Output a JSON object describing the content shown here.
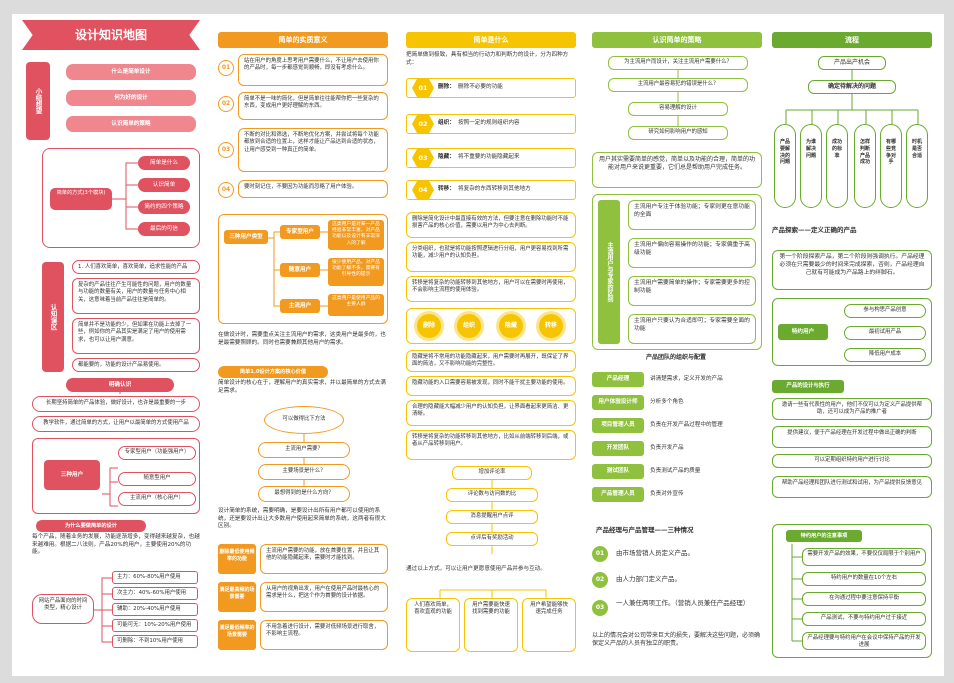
{
  "c1": {
    "title": "设计知识地图",
    "side_label": "小结想望",
    "nav": [
      "什么是简单设计",
      "何为好的设计",
      "认识简单的策略"
    ],
    "core": "简单的方式(3个模块)",
    "branch": [
      "简单是什么",
      "认识简单",
      "简约的四个策略",
      "最后的可信"
    ],
    "cog_label": "认知误区",
    "cog_items": [
      "1. 人们喜欢简单，喜欢简单，追求性能的产品",
      "复杂的产品往往产生可能性的问题，用户的数量与功能的数量有关，用户的数量与任务中心相关，这意味着当前产品往往是简单的。",
      "简单并不是功能的少，但如果在功能上去掉了一些，例如你的产品其实是满足了用户的使用需求，也可以让用户满意。",
      "都能要的，功能的设计产品易使用。"
    ],
    "know": "明确认识",
    "know_items": [
      "长期坚持简单的产品体验，做好设计，也许是最重要的一步",
      "教学软件，通过简单的方式，让用户以最简单的方式使用产品"
    ],
    "users_label": "三种用户",
    "users": [
      "专家型用户（功能强用户）",
      "随意型用户",
      "主流用户（核心用户）"
    ],
    "stage_title": "为什么要做简单的设计",
    "stage_text": "每个产品，随着业务的发展，功能逐渐增多，变得越来越复杂，也越来越难用。根据二八法则，产品20%的用户，主要使用20%的功能。",
    "product": "网站产品面向的时间类型，精心设计",
    "pct": [
      "主力：60%-80%用户使用",
      "次主力：40%-60%用户使用",
      "辅助：20%-40%用户使用",
      "可能可无：10%-20%用户使用",
      "可删除：不到10%用户使用"
    ]
  },
  "c2": {
    "title": "简单的实质意义",
    "items": [
      {
        "n": "01",
        "t": "站在用户的角度上思考用户需要什么，不让用户去使用你的产品时，每一步都感觉到顺畅，即没有考虑什么。"
      },
      {
        "n": "02",
        "t": "简单不是一味的简化，但是简单往往能帮你把一些复杂的东西，变成用户更好理解的东西。"
      },
      {
        "n": "03",
        "t": "不断的对比和筛选，不断地优化方案，并尝试将每个功能都放到合适的位置上，这样才能让产品达到合适的状态，让用户感受到一种真正的简单。"
      },
      {
        "n": "04",
        "t": "要时刻记住，不要因为功能而忽略了用户体验。"
      }
    ],
    "tree_root": "三种用户类型",
    "tree_mid": [
      "专家型用户",
      "随意用户",
      "主流用户"
    ],
    "tree_leaf": [
      "这类用户是对某一产品经验非常丰富，对产品功能以及设计有非常深入的了解",
      "很少使用产品，对产品功能了解不多，需要有引导性的提示",
      "这类用户是使用产品的主要人群"
    ],
    "para": "在做设计时，需要重点关注主流用户的需求，这类用户是最多的，也是最需要照顾的。同时也需要兼顾其他用户的需求。",
    "sub": "简单1.0设计方案的核心价值",
    "sub_text": "简单设计的核心在于，理解用户的真实需求，并以最简单的方式去满足需求。",
    "flow": [
      "可以做得比下方法",
      "主流用户需要？",
      "主要场景是什么？",
      "最想得到的是什么方向？"
    ],
    "para2": "设计简单的系统，需要明确，是要设计出所有用户都可以使用的系统，还是要设计出让大多数用户使用起来简单的系统，这两者有很大区别。",
    "bottom": [
      {
        "h": "删除最低使用频率的功能",
        "t": "主流用户需要的功能，放在首要位置，并且让其他的功能隐藏起来，需要时才能找到。"
      },
      {
        "h": "满足最高频的场景需要",
        "t": "从用户的视角出发，用户在使用产品时最核心的需求是什么，把这个作为首要的设计依据。"
      },
      {
        "h": "满足最低频率的场景需要",
        "t": "不用急着进行设计，需要对低频场景进行取舍，不影响主流程。"
      }
    ]
  },
  "c3": {
    "title": "简单是什么",
    "intro": "把简单做到极致，具有相当的行动力和判断力的设计，分为四种方式：",
    "items": [
      {
        "n": "01",
        "h": "删除：",
        "t": "删除不必要的功能"
      },
      {
        "n": "02",
        "h": "组织：",
        "t": "按照一定的规则组织内容"
      },
      {
        "n": "03",
        "h": "隐藏：",
        "t": "将不重要的功能隐藏起来"
      },
      {
        "n": "04",
        "h": "转移：",
        "t": "将复杂的东西转移到其他地方"
      }
    ],
    "boxes": [
      "删除是简化设计中最直接有效的方法，但要注意在删除功能时不能损害产品的核心价值，需要以用户为中心去判断。",
      "分类组织，也就是将功能按照逻辑进行分组，用户更容易找到所需功能，减少用户的认知负担。",
      "转移是将复杂的功能转移到其他地方，用户可以在需要时再使用，不会影响主流程的使用体验。"
    ],
    "circles": [
      "删除",
      "组织",
      "隐藏",
      "转移"
    ],
    "boxes2": [
      "隐藏是将不常用的功能隐藏起来，用户需要时再展开，既保证了界面的简洁，又不影响功能的完整性。",
      "隐藏功能的入口需要容易被发现，同时不能干扰主要功能的使用。",
      "合理的隐藏能大幅减少用户的认知负担，让界面看起来更简洁、更清晰。",
      "转移是将复杂的功能转移到其他地方，比如从前端转移到后端，或者从产品转移到用户。"
    ],
    "flow": [
      "增加评论率",
      "评论数与访问数的比",
      "消息提醒用户点评",
      "点评后有奖励活动"
    ],
    "para": "通过以上方式，可以让用户更愿意使用产品并参与互动。",
    "bottom": [
      "人们喜欢简单，喜欢直观的功能",
      "用户需要能快速找到需要的功能",
      "用户希望能够快速完成任务"
    ]
  },
  "c4": {
    "title": "认识简单的策略",
    "flow": [
      "为主流用户而设计，关注主流用户需要什么？",
      "主流用户最容易犯的错误是什么？",
      "容易理解的设计",
      "研究如何影响用户的感知"
    ],
    "para": "用户其实需要简单的感觉，简单以及功能的合理，简单的功能对用户来说更重要，它们总是帮助用户完成任务。",
    "side": "主流用户与专家的区别",
    "cmp": [
      "主流用户专注于体验功能；专家则更在意功能的全面",
      "主流用户偏向容易操作的功能；专家偏重于高级功能",
      "主流用户需要简单的操作；专家需要更多的控制功能",
      "主流用户只要认为合适即可；专家需要全面的功能"
    ],
    "hdr2": "产品团队的组织与配置",
    "rows": [
      {
        "l": "产品经理",
        "t": "讲清楚需求，定义开发的产品"
      },
      {
        "l": "用户体验设计师",
        "t": "分析多个角色"
      },
      {
        "l": "项目管理人员",
        "t": "负责在开发产品过程中的管理"
      },
      {
        "l": "开发团队",
        "t": "负责开发产品"
      },
      {
        "l": "测试团队",
        "t": "负责测试产品的质量"
      },
      {
        "l": "产品管理人员",
        "t": "负责对外宣传"
      }
    ],
    "hdr3": "产品经理与产品管理——三种情况",
    "nums": [
      {
        "n": "01",
        "t": "由市场营销人员定义产品。"
      },
      {
        "n": "02",
        "t": "由人力部门定义产品。"
      },
      {
        "n": "03",
        "t": "一人兼任两项工作。（营销人员兼任产品经理）"
      }
    ],
    "foot": "以上的情况会对公司带来巨大的损失，要解决这些问题，必须确保定义产品的人员有独立的职责。"
  },
  "c5": {
    "title": "流程",
    "top": "产品出产机会",
    "q": "确定待解决的问题",
    "cols": [
      "产品要解决的问题",
      "为谁解决问题",
      "成功的标准",
      "怎样判断产品成功",
      "有哪些竞争对手",
      "时机是否合适"
    ],
    "sec1": "产品探索——定义正确的产品",
    "sec1_text": "第一个阶段探索产品，第二个阶段则强调执行。产品经理必须在只需要最少的时间来完成探索，否则，产品经理自己就有可能成为产品路上的绊脚石。",
    "special": "特约用户",
    "sp_items": [
      "参与构思产品创意",
      "最初试用产品",
      "降低用户成本"
    ],
    "sec2": "产品的设计与执行",
    "sec2_items": [
      "邀请一些有代表性的用户，他们不仅可以为定义产品提供帮助，还可以成为产品的推广者",
      "提供建议，便于产品经理在开发过程中做出正确的判断",
      "可以定期组织特约用户进行讨论",
      "帮助产品经理和团队进行测试和试用，为产品提供反馈意见"
    ],
    "sec3": "特约用户的注意事项",
    "sec3_items": [
      "需要开发产品的效果，不要仅仅局限于个别用户",
      "特约用户的数量在10个左右",
      "在沟通过程中要注意保持平衡",
      "产品测试，不要与特约用户过于接近",
      "产品经理要与特约用户在会议中保持产品的开发进展"
    ]
  },
  "colors": {
    "red": "#e05260",
    "orange": "#f29a1f",
    "yellow": "#f6c400",
    "lgreen": "#8fc13e",
    "green": "#6aaa2e"
  }
}
